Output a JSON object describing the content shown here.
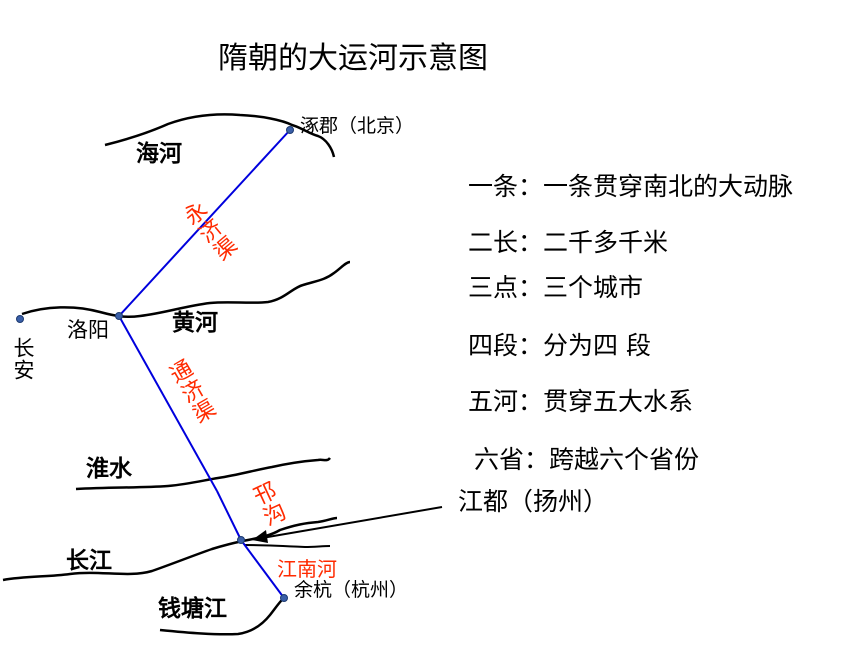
{
  "title": "隋朝的大运河示意图",
  "colors": {
    "canal_line": "#0000dd",
    "canal_label": "#ff2a00",
    "river_line": "#000000",
    "city_dot": "#3a5fa8"
  },
  "rivers": {
    "hai": "海河",
    "yellow": "黄河",
    "huai": "淮水",
    "yangtze": "长江",
    "qiantang": "钱塘江"
  },
  "cities": {
    "zhuojun": "涿郡（北京）",
    "luoyang": "洛阳",
    "changan": "长安",
    "jiangdu": "江都（扬州）",
    "yuhang": "余杭（杭州）"
  },
  "canals": {
    "yongji": "永济渠",
    "tongji": "通济渠",
    "hangou": "邗沟",
    "jiangnan": "江南河"
  },
  "summary": [
    "一条：一条贯穿南北的大动脉",
    "二长：二千多千米",
    "三点：三个城市",
    "四段：分为四 段",
    "五河：贯穿五大水系",
    "六省：跨越六个省份"
  ]
}
